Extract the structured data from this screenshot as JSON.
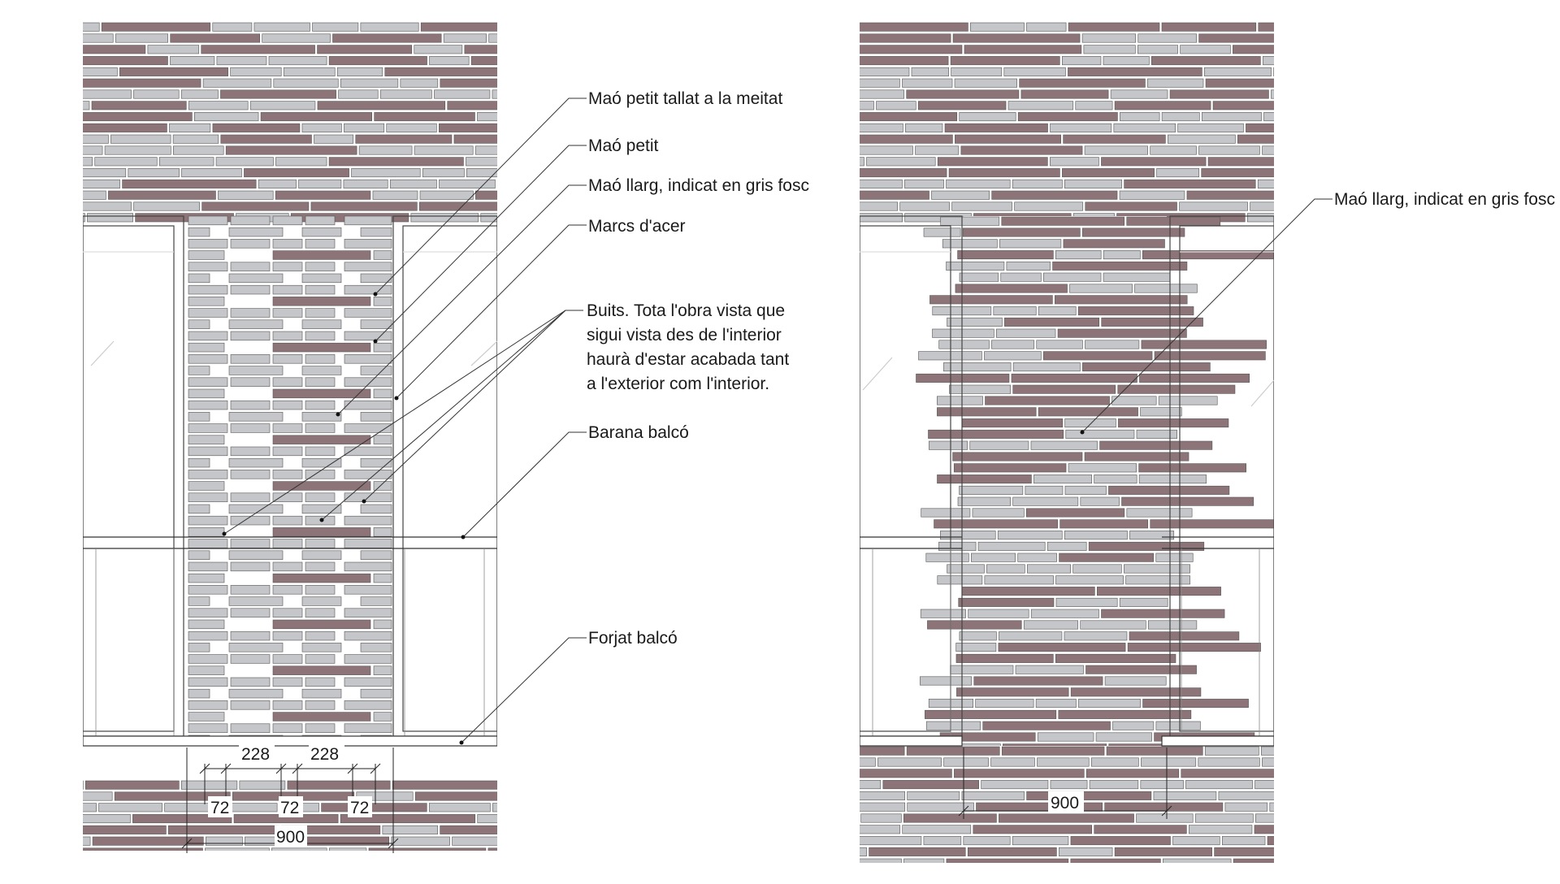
{
  "left_detail": {
    "labels": {
      "half_brick": "Maó petit tallat a la meitat",
      "small_brick": "Maó petit",
      "long_brick": "Maó llarg, indicat en gris fosc",
      "steel_frames": "Marcs d'acer",
      "voids_1": "Buits. Tota l'obra vista que",
      "voids_2": "sigui vista des de l'interior",
      "voids_3": "haurà d'estar acabada tant",
      "voids_4": "a l'exterior com l'interior.",
      "balcony_railing": "Barana balcó",
      "balcony_slab": "Forjat balcó"
    },
    "dimensions": {
      "gap_1": "228",
      "gap_2": "228",
      "brick_1": "72",
      "brick_2": "72",
      "brick_3": "72",
      "total": "900"
    }
  },
  "right_detail": {
    "labels": {
      "long_brick": "Maó llarg, indicat en gris fosc"
    },
    "dimensions": {
      "total": "900"
    }
  },
  "colors": {
    "light_brick": "#c5c6c9",
    "dark_brick": "#8d7478",
    "mortar": "#ffffff",
    "line": "#2b2b2b"
  }
}
